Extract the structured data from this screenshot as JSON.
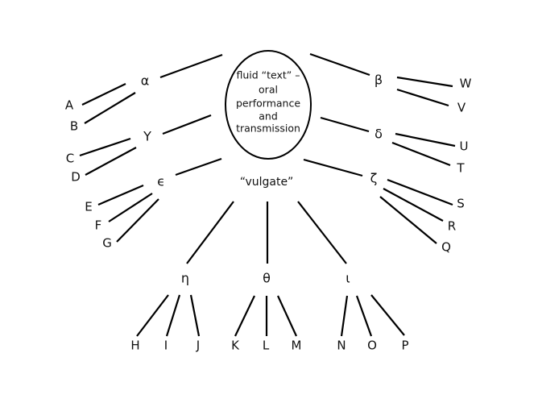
{
  "center": {
    "lines": [
      "fluid “text” –",
      "oral",
      "performance",
      "and",
      "transmission"
    ]
  },
  "vulgate": "“vulgate”",
  "branches": {
    "alpha": {
      "label": "α",
      "leaves": [
        "A",
        "B"
      ]
    },
    "gamma": {
      "label": "Y",
      "leaves": [
        "C",
        "D"
      ]
    },
    "epsilon": {
      "label": "ϵ",
      "leaves": [
        "E",
        "F",
        "G"
      ]
    },
    "eta": {
      "label": "η",
      "leaves": [
        "H",
        "I",
        "J"
      ]
    },
    "theta": {
      "label": "θ",
      "leaves": [
        "K",
        "L",
        "M"
      ]
    },
    "iota": {
      "label": "ι",
      "leaves": [
        "N",
        "O",
        "P"
      ]
    },
    "zeta": {
      "label": "ζ",
      "leaves": [
        "Q",
        "R",
        "S"
      ]
    },
    "delta": {
      "label": "δ",
      "leaves": [
        "T",
        "U"
      ]
    },
    "beta": {
      "label": "β",
      "leaves": [
        "V",
        "W"
      ]
    }
  }
}
